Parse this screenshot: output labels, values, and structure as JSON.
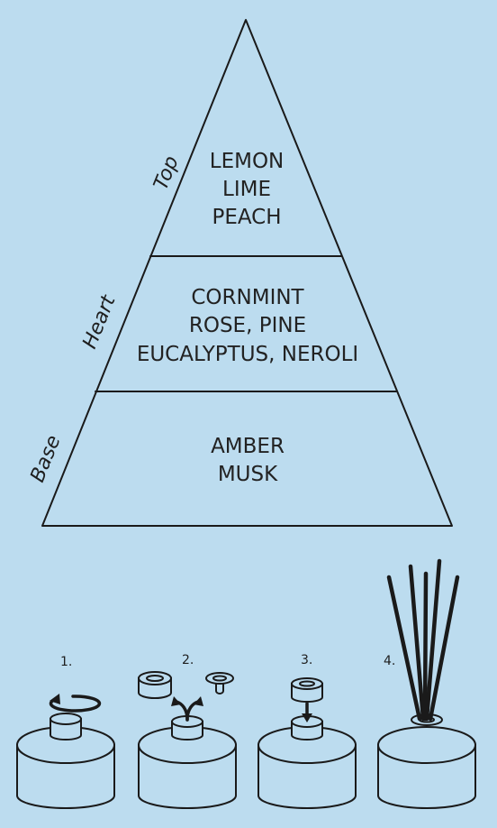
{
  "pyramid": {
    "top": {
      "label": "Top",
      "notes": [
        "LEMON",
        "LIME",
        "PEACH"
      ]
    },
    "heart": {
      "label": "Heart",
      "notes": [
        "CORNMINT",
        "ROSE, PINE",
        "EUCALYPTUS, NEROLI"
      ]
    },
    "base": {
      "label": "Base",
      "notes": [
        "AMBER",
        "MUSK"
      ]
    }
  },
  "steps": [
    {
      "number": "1."
    },
    {
      "number": "2."
    },
    {
      "number": "3."
    },
    {
      "number": "4."
    }
  ],
  "colors": {
    "background": "#bcdcef",
    "ink": "#1a1a1a"
  }
}
